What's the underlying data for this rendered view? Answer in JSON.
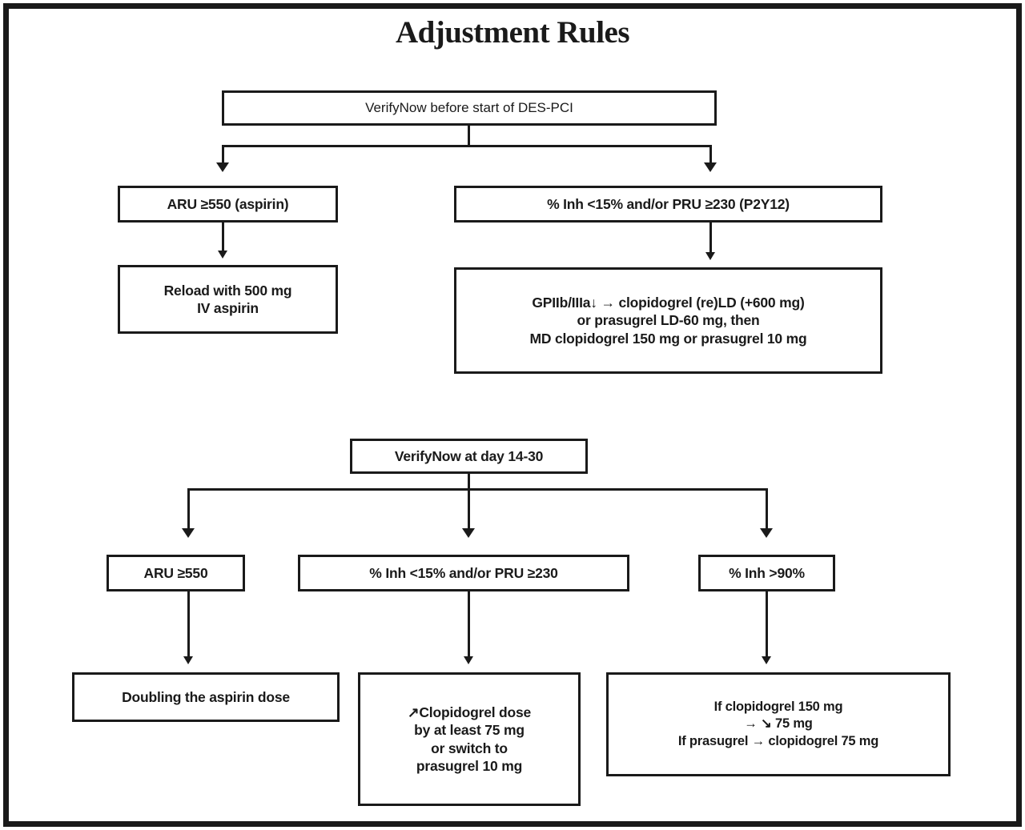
{
  "title": "Adjustment Rules",
  "flow": {
    "section_top": {
      "root": {
        "id": "verifynow-before-pci",
        "text": "VerifyNow before start of DES-PCI"
      },
      "branches": [
        {
          "id": "aru-low",
          "condition": "ARU ≥550 (aspirin)",
          "action": "Reload with 500 mg\nIV aspirin"
        },
        {
          "id": "inh-low-pru-high",
          "condition": "% Inh <15% and/or PRU ≥230 (P2Y12)",
          "action": "GPIIb/IIIa↓ → clopidogrel (re)LD (+600 mg)\nor prasugrel LD-60 mg, then\nMD clopidogrel 150 mg or prasugrel 10 mg"
        }
      ]
    },
    "section_bottom": {
      "root": {
        "id": "verifynow-day-14-30",
        "text": "VerifyNow at day 14-30"
      },
      "branches": [
        {
          "id": "aru-high",
          "condition": "ARU ≥550",
          "action": "Doubling the aspirin dose"
        },
        {
          "id": "inh-low",
          "condition": "% Inh <15% and/or PRU ≥230",
          "action": "↗Clopidogrel dose\nby at least 75 mg\nor switch to\nprasugrel 10 mg"
        },
        {
          "id": "inh-high",
          "condition": "% Inh >90%",
          "action": "If clopidogrel 150 mg\n→ ↘ 75 mg\nIf prasugrel → clopidogrel 75 mg"
        }
      ]
    }
  },
  "colors": {
    "ink": "#1a1a1a",
    "paper": "#ffffff"
  }
}
